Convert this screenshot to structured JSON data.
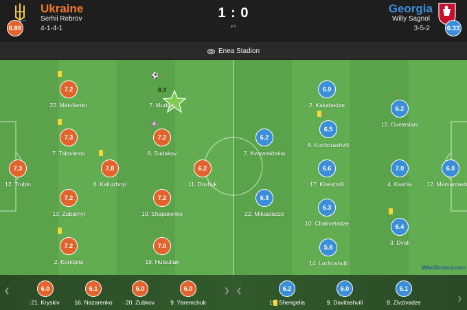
{
  "match": {
    "home": {
      "name": "Ukraine",
      "coach": "Serhii Rebrov",
      "formation": "4-1-4-1",
      "rating": "6.89"
    },
    "away": {
      "name": "Georgia",
      "coach": "Willy Sagnol",
      "formation": "3-5-2",
      "rating": "6.33"
    },
    "score": "1 : 0",
    "status": "FT",
    "venue": "Enea Stadion"
  },
  "home_players": [
    {
      "num": "22.",
      "name": "Matviienko",
      "rating": "7.2",
      "yellow": true
    },
    {
      "num": "7.",
      "name": "Mudryk",
      "rating": "8.3",
      "motm": true,
      "goal": true,
      "subbed": true
    },
    {
      "num": "7.",
      "name": "Talovierov",
      "rating": "7.3",
      "yellow": true
    },
    {
      "num": "8.",
      "name": "Sudakov",
      "rating": "7.2",
      "captain": true,
      "subbed": true
    },
    {
      "num": "12.",
      "name": "Trubin",
      "rating": "7.3"
    },
    {
      "num": "6.",
      "name": "Kaliuzhnyi",
      "rating": "7.8",
      "yellow": true,
      "subbed": true
    },
    {
      "num": "11.",
      "name": "Dovbyk",
      "rating": "6.2",
      "subbed": true
    },
    {
      "num": "13.",
      "name": "Zabarnyi",
      "rating": "7.2"
    },
    {
      "num": "10.",
      "name": "Shaparenko",
      "rating": "7.2"
    },
    {
      "num": "2.",
      "name": "Konoplia",
      "rating": "7.2",
      "yellow": true
    },
    {
      "num": "19.",
      "name": "Hutsuliak",
      "rating": "7.0",
      "subbed": true
    }
  ],
  "away_players": [
    {
      "num": "2.",
      "name": "Kakabadze",
      "rating": "6.9"
    },
    {
      "num": "15.",
      "name": "Gvelesiani",
      "rating": "6.2",
      "subbed": true
    },
    {
      "num": "7.",
      "name": "Kvaratskhelia",
      "rating": "6.2"
    },
    {
      "num": "6.",
      "name": "Kochorashvili",
      "rating": "6.5",
      "yellow": true,
      "subbed": true
    },
    {
      "num": "17.",
      "name": "Kiteishvili",
      "rating": "6.6"
    },
    {
      "num": "4.",
      "name": "Kashia",
      "rating": "7.0"
    },
    {
      "num": "12.",
      "name": "Mamardashvili",
      "rating": "6.0"
    },
    {
      "num": "22.",
      "name": "Mikautadze",
      "rating": "6.3"
    },
    {
      "num": "10.",
      "name": "Chakvetadze",
      "rating": "6.3"
    },
    {
      "num": "3.",
      "name": "Dvali",
      "rating": "6.4",
      "yellow": true
    },
    {
      "num": "14.",
      "name": "Lochoshvili",
      "rating": "5.8",
      "subbed": true
    }
  ],
  "home_subs": [
    {
      "num": "21.",
      "name": "Kryskiv",
      "rating": "6.0"
    },
    {
      "num": "16.",
      "name": "Nazarenko",
      "rating": "6.1"
    },
    {
      "num": "20.",
      "name": "Zubkov",
      "rating": "6.0"
    },
    {
      "num": "9.",
      "name": "Yaremchuk",
      "rating": "6.0"
    }
  ],
  "away_subs": [
    {
      "num": "19.",
      "name": "Shengelia",
      "rating": "6.2",
      "yellow": true
    },
    {
      "num": "9.",
      "name": "Davitashvili",
      "rating": "6.0"
    },
    {
      "num": "8.",
      "name": "Zivzivadze",
      "rating": "6.1"
    }
  ],
  "colors": {
    "home": "#e2632b",
    "away": "#3d8ed8",
    "home_text": "#f07a2b",
    "away_text": "#3d8ed8",
    "pitch": "#5aa34a"
  },
  "icons": {
    "venue": "stadium-icon",
    "goal": "ball-icon",
    "captain": "captain-badge-icon",
    "yellow": "yellow-card-icon",
    "sub_out": "sub-out-arrow-icon",
    "sub_in": "sub-in-arrow-icon"
  },
  "brand": "WhoScored.com"
}
